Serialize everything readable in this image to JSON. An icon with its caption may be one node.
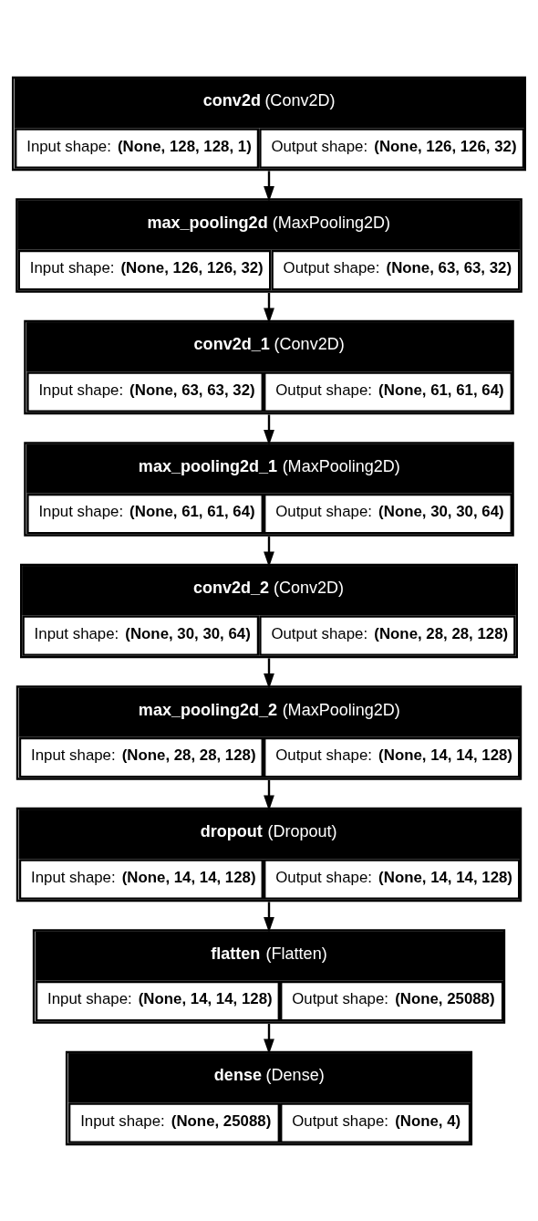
{
  "diagram": {
    "nodes": [
      {
        "text": [
          "**conv2d** (Conv2D)",
          "Input shape: **(None, 128, 128, 1)**",
          "Output shape: **(None, 126, 126, 32)**"
        ]
      },
      {
        "text": [
          "**max_pooling2d** (MaxPooling2D)",
          "Input shape: **(None, 126, 126, 32)**",
          "Output shape: **(None, 63, 63, 32)**"
        ]
      },
      {
        "text": [
          "**conv2d_1** (Conv2D)",
          "Input shape: **(None, 63, 63, 32)**",
          "Output shape: **(None, 61, 61, 64)**"
        ]
      },
      {
        "text": [
          "**max_pooling2d_1** (MaxPooling2D)",
          "Input shape: **(None, 61, 61, 64)**",
          "Output shape: **(None, 30, 30, 64)**"
        ]
      },
      {
        "text": [
          "**conv2d_2** (Conv2D)",
          "Input shape: **(None, 30, 30, 64)**",
          "Output shape: **(None, 28, 28, 128)**"
        ]
      },
      {
        "text": [
          "**max_pooling2d_2** (MaxPooling2D)",
          "Input shape: **(None, 28, 28, 128)**",
          "Output shape: **(None, 14, 14, 128)**"
        ]
      },
      {
        "text": [
          "**dropout** (Dropout)",
          "Input shape: **(None, 14, 14, 128)**",
          "Output shape: **(None, 14, 14, 128)**"
        ]
      },
      {
        "text": [
          "**flatten** (Flatten)",
          "Input shape: **(None, 14, 14, 128)**",
          "Output shape: **(None, 25088)**"
        ]
      },
      {
        "text": [
          "**dense** (Dense)",
          "Input shape: **(None, 25088)**",
          "Output shape: **(None, 4)**"
        ]
      }
    ],
    "edges": [
      {
        "from": 0,
        "to": 1,
        "arrow": "to"
      },
      {
        "from": 1,
        "to": 2,
        "arrow": "to"
      },
      {
        "from": 2,
        "to": 3,
        "arrow": "to"
      },
      {
        "from": 3,
        "to": 4,
        "arrow": "to"
      },
      {
        "from": 4,
        "to": 5,
        "arrow": "to"
      },
      {
        "from": 5,
        "to": 6,
        "arrow": "to"
      },
      {
        "from": 6,
        "to": 7,
        "arrow": "to"
      },
      {
        "from": 7,
        "to": 8,
        "arrow": "to"
      }
    ]
  }
}
